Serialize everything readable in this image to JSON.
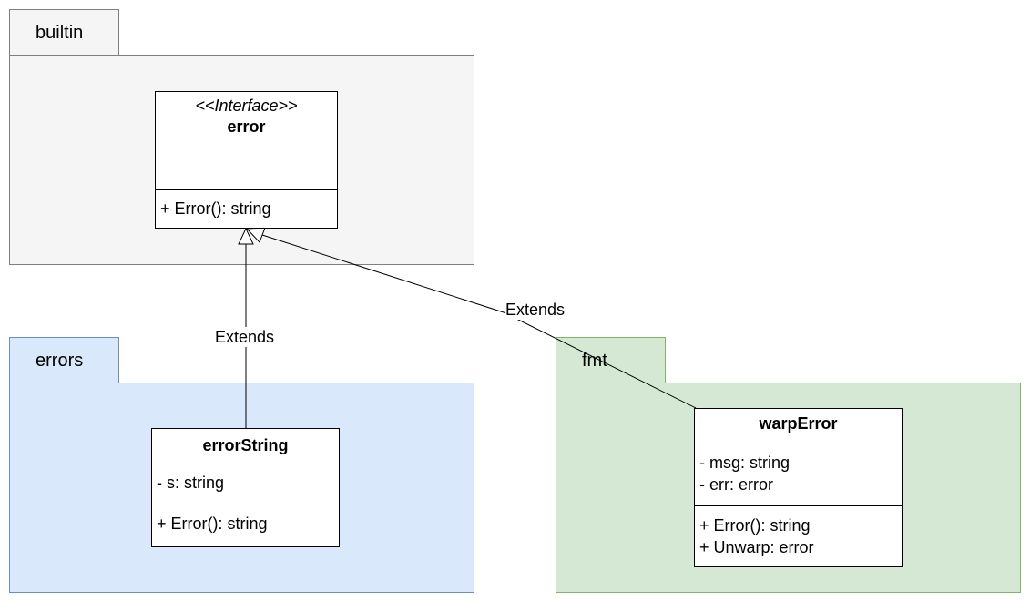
{
  "packages": {
    "builtin": "builtin",
    "errors": "errors",
    "fmt": "fmt"
  },
  "classes": {
    "error": {
      "stereotype": "<<Interface>>",
      "name": "error",
      "attributes": [],
      "operations": [
        "+ Error(): string"
      ]
    },
    "errorString": {
      "name": "errorString",
      "attributes": [
        "- s: string"
      ],
      "operations": [
        "+ Error(): string"
      ]
    },
    "warpError": {
      "name": "warpError",
      "attributes": [
        "- msg: string",
        "- err: error"
      ],
      "operations": [
        "+ Error(): string",
        "+ Unwarp: error"
      ]
    }
  },
  "relations": [
    {
      "from": "errorString",
      "to": "error",
      "label": "Extends"
    },
    {
      "from": "warpError",
      "to": "error",
      "label": "Extends"
    }
  ],
  "colors": {
    "builtin_fill": "#f5f5f5",
    "builtin_stroke": "#7f7f7f",
    "errors_fill": "#dae8fc",
    "errors_stroke": "#6c8ebf",
    "fmt_fill": "#d5e8d4",
    "fmt_stroke": "#82b366"
  }
}
